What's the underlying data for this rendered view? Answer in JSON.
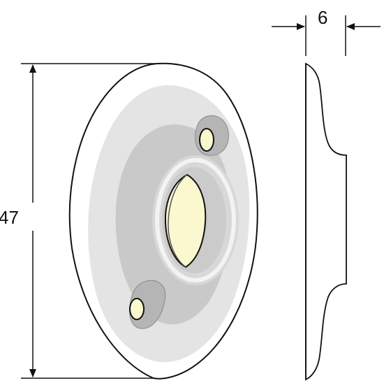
{
  "dimensions": {
    "height_label": "47",
    "thickness_label": "6"
  },
  "colors": {
    "outline": "#111111",
    "plate_fill": "#ffffff",
    "outer_ring": "#e6e6e6",
    "inner_disc": "#c8c8c8",
    "boss_ring": "#d9d9d9",
    "boss_highlight": "#f2f2f2",
    "hole_fill": "#fbf7cf",
    "screw_pad": "#b4b4b4",
    "screw_hole_fill": "#fbf7cf"
  },
  "icons": {
    "front_view": "escutcheon-plate-front",
    "side_view": "escutcheon-plate-profile"
  }
}
